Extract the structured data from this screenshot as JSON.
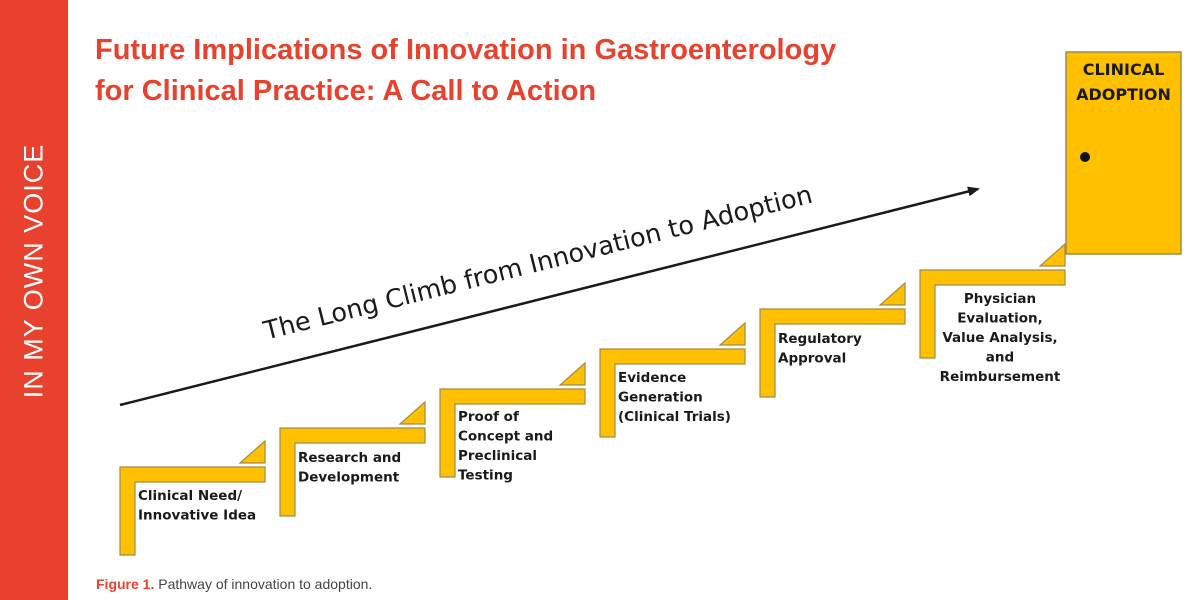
{
  "sidebar": {
    "label": "IN MY OWN VOICE"
  },
  "title": {
    "line1": "Future Implications of Innovation in Gastroenterology",
    "line2": "for Clinical Practice: A Call to Action"
  },
  "diagram": {
    "arrow_label": "The Long Climb from Innovation to Adoption",
    "steps": [
      {
        "lines": [
          "Clinical Need/",
          "Innovative Idea"
        ]
      },
      {
        "lines": [
          "Research and",
          "Development"
        ]
      },
      {
        "lines": [
          "Proof of",
          "Concept and",
          "Preclinical",
          "Testing"
        ]
      },
      {
        "lines": [
          "Evidence",
          "Generation",
          "(Clinical Trials)"
        ]
      },
      {
        "lines": [
          "Regulatory",
          "Approval"
        ]
      },
      {
        "lines": [
          "Physician",
          "Evaluation,",
          "Value Analysis,",
          "and",
          "Reimbursement"
        ]
      }
    ],
    "door": {
      "lines": [
        "CLINICAL",
        "ADOPTION"
      ]
    }
  },
  "caption": {
    "figure_label": "Figure 1.",
    "text": " Pathway of innovation to adoption."
  },
  "colors": {
    "accent": "#e8412e",
    "step_fill": "#ffc000",
    "step_stroke": "#a08a4a",
    "ink": "#1a1a1a"
  }
}
